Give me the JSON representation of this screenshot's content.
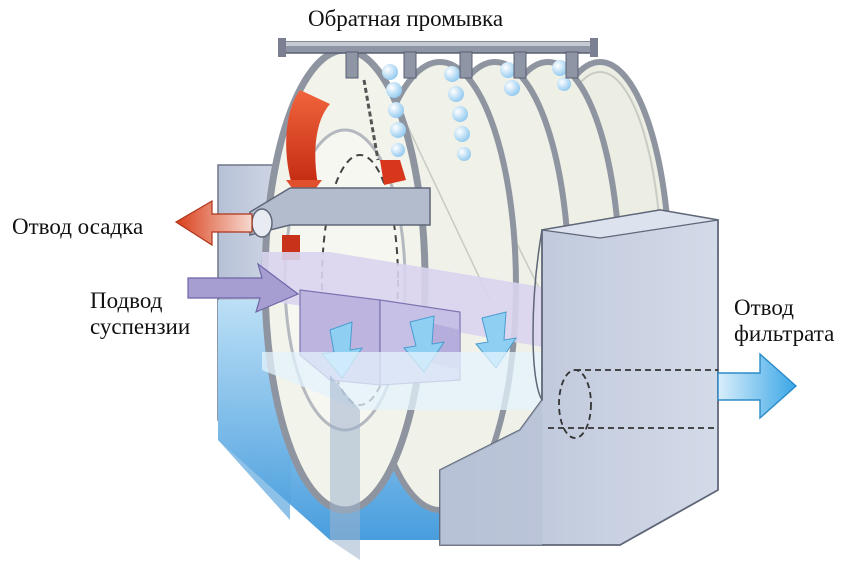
{
  "labels": {
    "backwash": "Обратная промывка",
    "sludge_out": "Отвод осадка",
    "feed_line1": "Подвод",
    "feed_line2": "суспензии",
    "filtrate_line1": "Отвод",
    "filtrate_line2": "фильтрата"
  },
  "colors": {
    "tank_body": "#c6cfe0",
    "tank_side": "#a9b4cc",
    "water": "#5aa9e4",
    "water_light": "#cfe9f8",
    "disc_face": "#f1f2ea",
    "disc_rim": "#9ea4ae",
    "feed_arrow": "#9b92c9",
    "sludge_arrow": "#e0502c",
    "filtrate_arrow": "#5fb7ea",
    "spray": "#b9dcf4"
  },
  "disc_count": 5,
  "spray_nozzle_count": 5
}
